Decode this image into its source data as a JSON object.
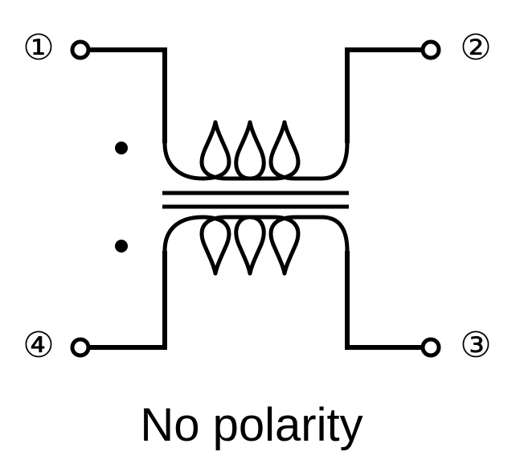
{
  "pins": {
    "p1": "①",
    "p2": "②",
    "p3": "③",
    "p4": "④"
  },
  "caption": "No polarity",
  "icons": {
    "terminal": "open-circle-terminal",
    "polarity_dot": "filled-dot"
  }
}
